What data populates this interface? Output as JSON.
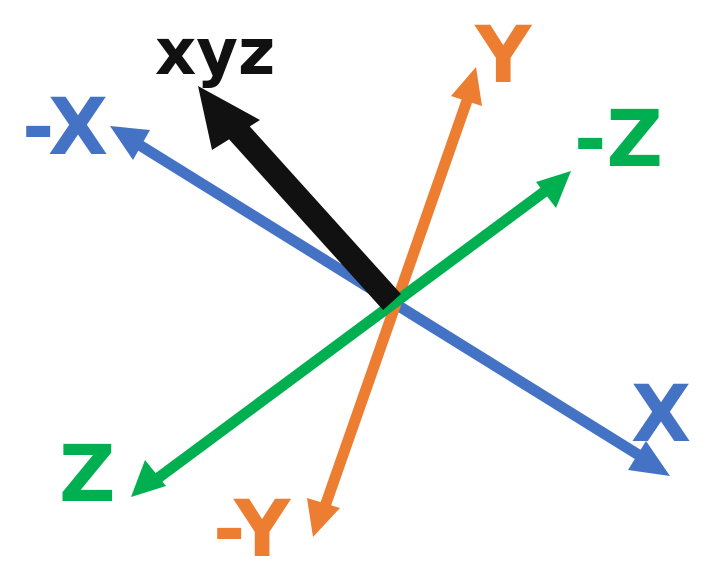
{
  "colors": {
    "x_axis": "#4472C4",
    "y_axis": "#ED7D31",
    "z_axis": "#00B050",
    "vector": "#111111"
  },
  "axes": {
    "x": {
      "positive_label": "X",
      "negative_label": "-X"
    },
    "y": {
      "positive_label": "Y",
      "negative_label": "-Y"
    },
    "z": {
      "positive_label": "Z",
      "negative_label": "-Z"
    }
  },
  "vector": {
    "label": "xyz"
  }
}
